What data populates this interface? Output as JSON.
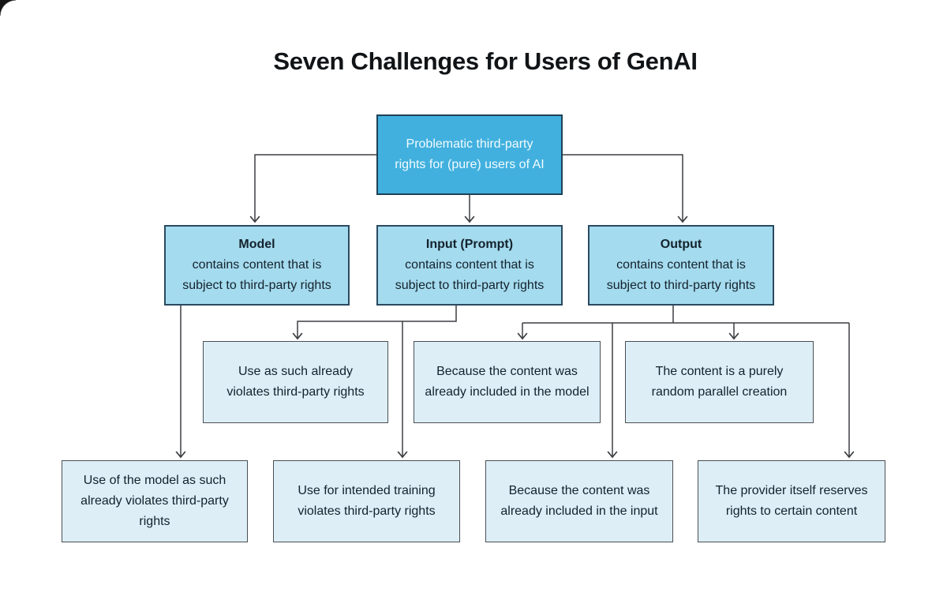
{
  "title": "Seven Challenges for Users of GenAI",
  "nodes": {
    "root": {
      "text": [
        "Problematic third-party",
        "rights for (pure) users of AI"
      ]
    },
    "model": {
      "title": "Model",
      "body": [
        "contains content that is",
        "subject to third-party rights"
      ]
    },
    "input": {
      "title": "Input (Prompt)",
      "body": [
        "contains content that is",
        "subject to third-party rights"
      ]
    },
    "output": {
      "title": "Output",
      "body": [
        "contains content that is",
        "subject to third-party rights"
      ]
    },
    "use_as_such": {
      "text": [
        "Use as such already",
        "violates third-party rights"
      ]
    },
    "included_in_model": {
      "text": [
        "Because the content was",
        "already included in the model"
      ]
    },
    "random_parallel": {
      "text": [
        "The content is a purely",
        "random parallel creation"
      ]
    },
    "model_use": {
      "text": [
        "Use of the model as such",
        "already violates third-party",
        "rights"
      ]
    },
    "intended_training": {
      "text": [
        "Use for intended training",
        "violates third-party rights"
      ]
    },
    "included_in_input": {
      "text": [
        "Because the content was",
        "already included in the input"
      ]
    },
    "provider_reserves": {
      "text": [
        "The provider itself reserves",
        "rights to certain content"
      ]
    }
  },
  "edges": [
    {
      "from": "root",
      "to": "model"
    },
    {
      "from": "root",
      "to": "input"
    },
    {
      "from": "root",
      "to": "output"
    },
    {
      "from": "model",
      "to": "model_use"
    },
    {
      "from": "input",
      "to": "use_as_such"
    },
    {
      "from": "input",
      "to": "intended_training"
    },
    {
      "from": "output",
      "to": "included_in_model"
    },
    {
      "from": "output",
      "to": "included_in_input"
    },
    {
      "from": "output",
      "to": "random_parallel"
    },
    {
      "from": "output",
      "to": "provider_reserves"
    }
  ],
  "colors": {
    "root_fill": "#41b0de",
    "level2_fill": "#a5dbee",
    "leaf_fill": "#ddeef7",
    "dark_border": "#2a4a60",
    "leaf_border": "#4a4f53",
    "connector_line": "#3d3f42",
    "root_text": "#f2fbff",
    "body_text": "#13222d",
    "title_text": "#111417"
  }
}
